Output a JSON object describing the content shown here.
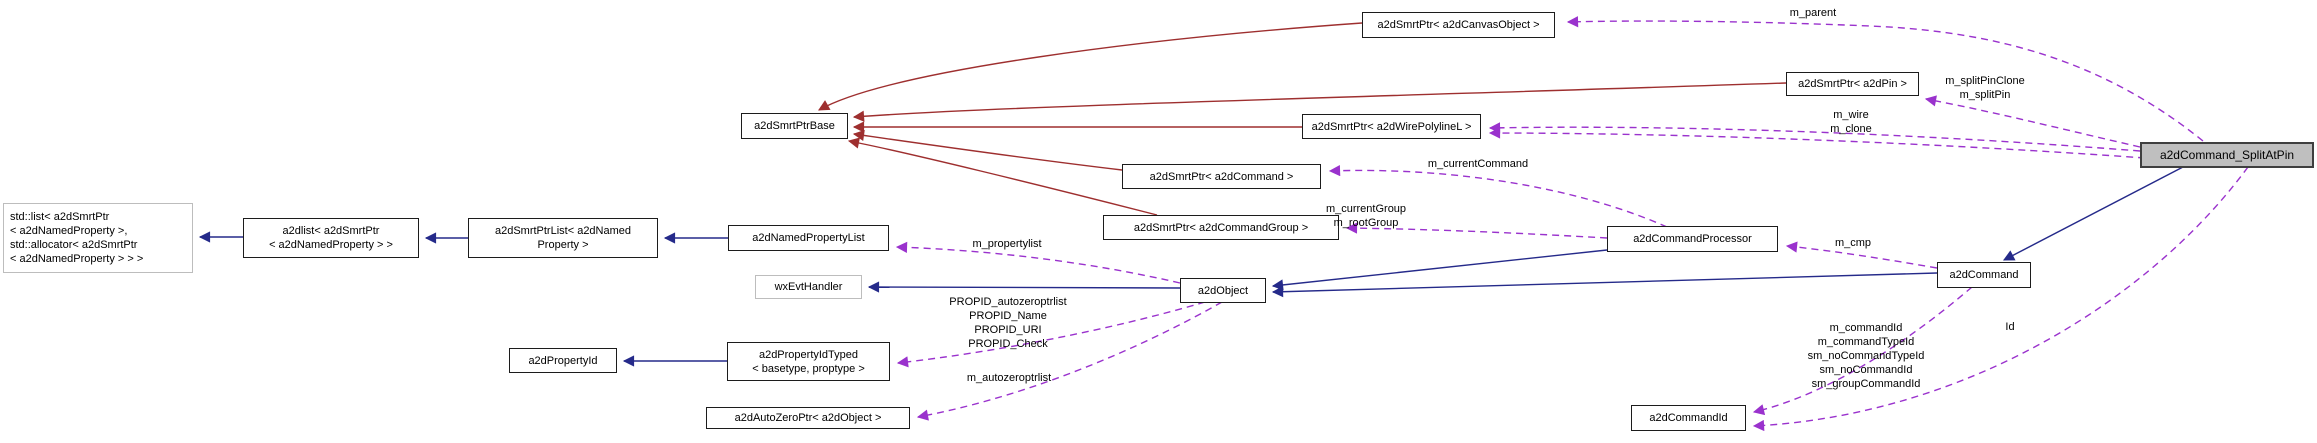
{
  "diagram": {
    "title": "a2dCommand_SplitAtPin collaboration graph",
    "colors": {
      "inheritance_edge": "#252a8a",
      "usage_edge": "#9a32cd",
      "template_base_edge": "#9e2f2f",
      "highlight_node_fill": "#bfbfbf",
      "external_node_border": "#bdbdbd"
    },
    "nodes": {
      "std_list": {
        "lines": [
          "std::list< a2dSmrtPtr",
          "< a2dNamedProperty >,",
          "std::allocator< a2dSmrtPtr",
          "< a2dNamedProperty > > >"
        ]
      },
      "a2dlist": {
        "lines": [
          "a2dlist< a2dSmrtPtr",
          "< a2dNamedProperty > >"
        ]
      },
      "smrtptr_list": {
        "lines": [
          "a2dSmrtPtrList< a2dNamed",
          "Property >"
        ]
      },
      "named_property_list": {
        "label": "a2dNamedPropertyList"
      },
      "wx_evt_handler": {
        "label": "wxEvtHandler"
      },
      "smrtptr_base": {
        "label": "a2dSmrtPtrBase"
      },
      "object": {
        "label": "a2dObject"
      },
      "canvas_object_ptr": {
        "label": "a2dSmrtPtr< a2dCanvasObject >"
      },
      "pin_ptr": {
        "label": "a2dSmrtPtr< a2dPin >"
      },
      "wire_ptr": {
        "label": "a2dSmrtPtr< a2dWirePolylineL >"
      },
      "command_ptr": {
        "label": "a2dSmrtPtr< a2dCommand >"
      },
      "command_group_ptr": {
        "label": "a2dSmrtPtr< a2dCommandGroup >"
      },
      "command_processor": {
        "label": "a2dCommandProcessor"
      },
      "command": {
        "label": "a2dCommand"
      },
      "split_at_pin": {
        "label": "a2dCommand_SplitAtPin"
      },
      "command_id": {
        "label": "a2dCommandId"
      },
      "property_id": {
        "label": "a2dPropertyId"
      },
      "property_id_typed": {
        "lines": [
          "a2dPropertyIdTyped",
          "< basetype, proptype >"
        ]
      },
      "auto_zero_ptr": {
        "label": "a2dAutoZeroPtr< a2dObject >"
      }
    },
    "edge_labels": {
      "m_parent": "m_parent",
      "split_pin": {
        "lines": [
          "m_splitPinClone",
          "m_splitPin"
        ]
      },
      "wire": {
        "lines": [
          "m_wire",
          "m_clone"
        ]
      },
      "current_command": "m_currentCommand",
      "groups": {
        "lines": [
          "m_currentGroup",
          "m_rootGroup"
        ]
      },
      "cmp": "m_cmp",
      "propertylist": "m_propertylist",
      "propids": {
        "lines": [
          "PROPID_autozeroptrlist",
          "PROPID_Name",
          "PROPID_URI",
          "PROPID_Check"
        ]
      },
      "autozeroptrlist": "m_autozeroptrlist",
      "command_ids": {
        "lines": [
          "m_commandId",
          "m_commandTypeId",
          "sm_noCommandTypeId",
          "sm_noCommandId",
          "sm_groupCommandId"
        ]
      },
      "id": "Id"
    }
  }
}
